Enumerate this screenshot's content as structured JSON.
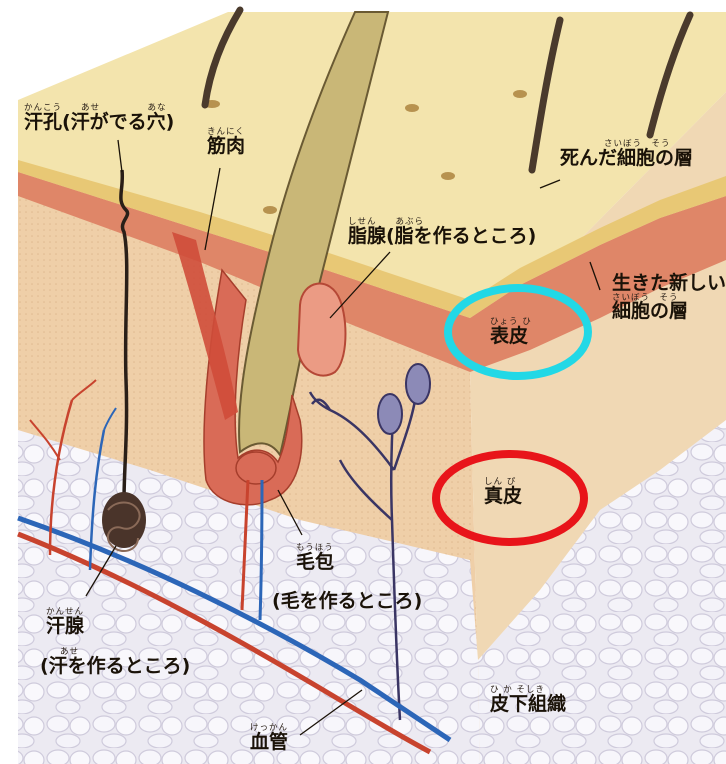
{
  "labels": {
    "sweat_pore": {
      "ruby": "かんこう　　あせ　　　　　あな",
      "text": "汗孔(汗がでる穴)"
    },
    "muscle": {
      "ruby": "きんにく",
      "text": "筋肉"
    },
    "dead_cells": {
      "ruby": "さいぼう　そう",
      "text": "死んだ細胞の層"
    },
    "sebaceous_gland": {
      "ruby": "しせん　　あぶら",
      "text": "脂腺(脂を作るところ)"
    },
    "living_cells_line1": {
      "ruby": "",
      "text": "生きた新しい"
    },
    "living_cells_line2": {
      "ruby": "さいぼう　そう",
      "text": "細胞の層"
    },
    "epidermis": {
      "ruby": "ひょう ひ",
      "text": "表皮"
    },
    "dermis": {
      "ruby": "しん ぴ",
      "text": "真皮"
    },
    "hair_follicle": {
      "ruby": "もうほう",
      "text": "毛包"
    },
    "hair_follicle_note": {
      "ruby": "",
      "text": "(毛を作るところ)"
    },
    "sweat_gland": {
      "ruby": "かんせん",
      "text": "汗腺"
    },
    "sweat_gland_note": {
      "ruby": "あせ",
      "text": "(汗を作るところ)"
    },
    "subcutaneous": {
      "ruby": "ひ か そしき",
      "text": "皮下組織"
    },
    "blood_vessel": {
      "ruby": "けっかん",
      "text": "血管"
    }
  },
  "highlights": {
    "epidermis_circle_color": "#22d8e6",
    "dermis_circle_color": "#e8141a"
  },
  "colors": {
    "surface": "#f3e4ad",
    "epidermis": "#df8668",
    "dermis": "#efcfa8",
    "fat": "#e9e7ef",
    "hair": "#c9b777",
    "vein": "#2c66b8",
    "artery": "#c8432e"
  }
}
